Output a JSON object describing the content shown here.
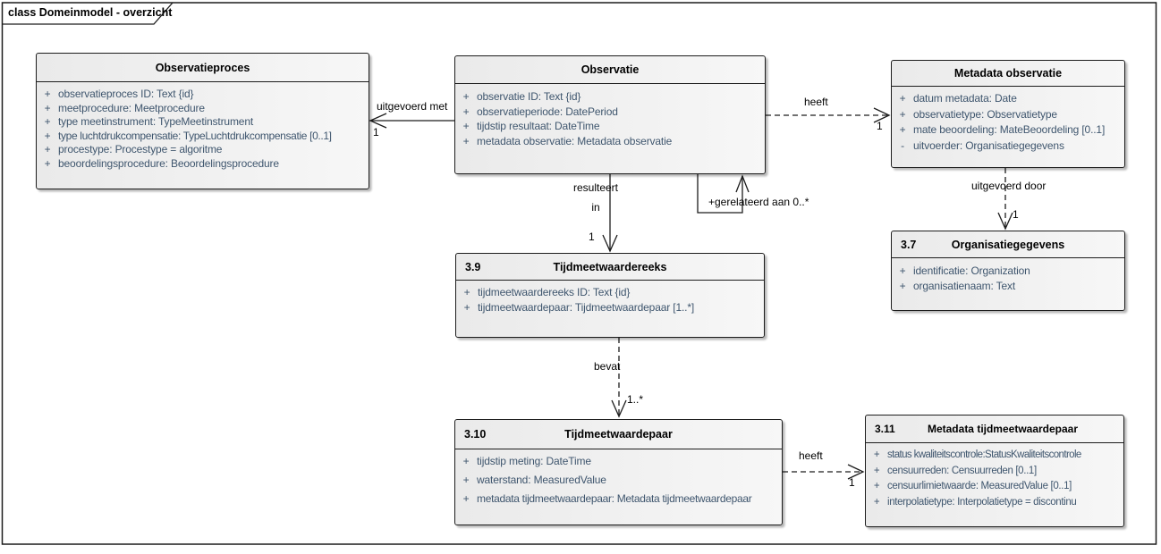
{
  "frame": {
    "title": "class Domeinmodel - overzicht"
  },
  "colors": {
    "line_color": "#1c1c1c",
    "box_border": "#1c1c1c",
    "attr_text": "#3f566e",
    "box_fill_left": "#eaeaea",
    "box_fill_right": "#f7f7f7"
  },
  "classes": [
    {
      "number": "",
      "name": "Observatieproces",
      "attributes": [
        {
          "vis": "+",
          "text": "observatieproces ID: Text {id}"
        },
        {
          "vis": "+",
          "text": "meetprocedure: Meetprocedure"
        },
        {
          "vis": "+",
          "text": "type meetinstrument: TypeMeetinstrument"
        },
        {
          "vis": "+",
          "text": "type luchtdrukcompensatie: TypeLuchtdrukcompensatie [0..1]"
        },
        {
          "vis": "+",
          "text": "procestype: Procestype = algoritme"
        },
        {
          "vis": "+",
          "text": "beoordelingsprocedure: Beoordelingsprocedure"
        }
      ]
    },
    {
      "number": "",
      "name": "Observatie",
      "attributes": [
        {
          "vis": "+",
          "text": "observatie ID: Text {id}"
        },
        {
          "vis": "+",
          "text": "observatieperiode: DatePeriod"
        },
        {
          "vis": "+",
          "text": "tijdstip resultaat: DateTime"
        },
        {
          "vis": "+",
          "text": "metadata observatie: Metadata observatie"
        }
      ]
    },
    {
      "number": "",
      "name": "Metadata observatie",
      "attributes": [
        {
          "vis": "+",
          "text": "datum metadata: Date"
        },
        {
          "vis": "+",
          "text": "observatietype: Observatietype"
        },
        {
          "vis": "+",
          "text": "mate beoordeling: MateBeoordeling [0..1]"
        },
        {
          "vis": "-",
          "text": "uitvoerder: Organisatiegegevens"
        }
      ]
    },
    {
      "number": "3.7",
      "name": "Organisatiegegevens",
      "attributes": [
        {
          "vis": "+",
          "text": "identificatie: Organization"
        },
        {
          "vis": "+",
          "text": "organisatienaam: Text"
        }
      ]
    },
    {
      "number": "3.9",
      "name": "Tijdmeetwaardereeks",
      "attributes": [
        {
          "vis": "+",
          "text": "tijdmeetwaardereeks ID: Text {id}"
        },
        {
          "vis": "+",
          "text": "tijdmeetwaardepaar: Tijdmeetwaardepaar [1..*]"
        }
      ]
    },
    {
      "number": "3.10",
      "name": "Tijdmeetwaardepaar",
      "attributes": [
        {
          "vis": "+",
          "text": "tijdstip meting: DateTime"
        },
        {
          "vis": "+",
          "text": "waterstand: MeasuredValue"
        },
        {
          "vis": "+",
          "text": "metadata tijdmeetwaardepaar: Metadata tijdmeetwaardepaar"
        }
      ]
    },
    {
      "number": "3.11",
      "name": "Metadata tijdmeetwaardepaar",
      "attributes": [
        {
          "vis": "+",
          "text": "status kwaliteitscontrole:StatusKwaliteitscontrole"
        },
        {
          "vis": "+",
          "text": "censuurreden: Censuurreden [0..1]"
        },
        {
          "vis": "+",
          "text": "censuurlimietwaarde: MeasuredValue [0..1]"
        },
        {
          "vis": "+",
          "text": "interpolatietype: Interpolatietype = discontinu"
        }
      ]
    }
  ],
  "connectors": {
    "uitgevoerd_met": {
      "label": "uitgevoerd met",
      "mult": "1"
    },
    "heeft_observatie": {
      "label": "heeft",
      "mult": "1"
    },
    "resulteert_in": {
      "line1": "resulteert",
      "line2": "in",
      "mult": "1"
    },
    "gerelateerd": {
      "label": "+gerelateerd aan 0..*"
    },
    "uitgevoerd_door": {
      "label": "uitgevoerd door",
      "mult": "1"
    },
    "bevat": {
      "label": "bevat",
      "mult": "1..*"
    },
    "heeft_paar": {
      "label": "heeft",
      "mult": "1"
    }
  }
}
